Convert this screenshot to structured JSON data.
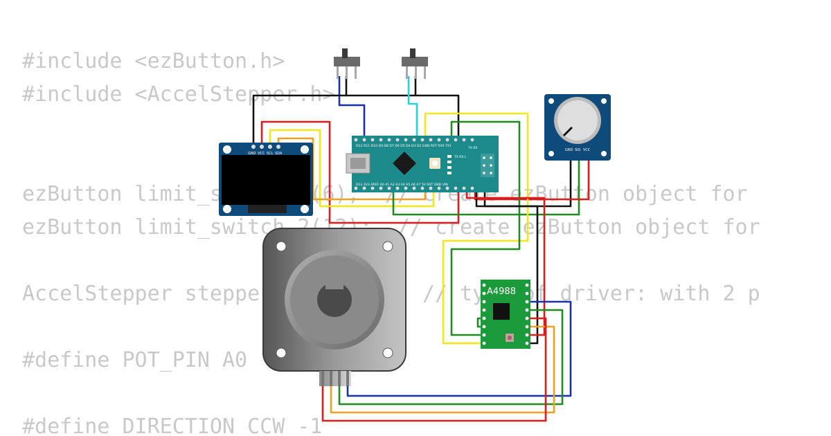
{
  "code_lines": [
    "#include <ezButton.h>",
    "#include <AccelStepper.h>",
    "",
    "",
    "ezButton limit_switch_1(6);  // create ezButton object for",
    "ezButton limit_switch_2(12);  // create ezButton object for",
    "",
    "AccelStepper stepper(1, 3, 2);  // type of driver: with 2 p",
    "",
    "#define POT_PIN A0",
    "",
    "#define DIRECTION CCW -1"
  ],
  "components": {
    "oled": {
      "pin_labels": [
        "GND",
        "VCC",
        "SCL",
        "SDA"
      ]
    },
    "nano": {
      "top_labels": "D12 D11 D10 D9 D8 D7 D6 D5 D4 D3 D2 GND RST RX0 TX1",
      "bottom_labels": "D13 3V3 AREF A0 A1 A2 A3 A4 A5 A6 A7 5V RST GND VIN",
      "side_labels": "TX RX L",
      "right_labels": "TX RX"
    },
    "potentiometer": {
      "pin_labels": [
        "GND",
        "SIG",
        "VCC"
      ]
    },
    "driver": {
      "label": "A4988"
    }
  },
  "colors": {
    "black": "#111111",
    "red": "#e01b1b",
    "yellow": "#f5e61a",
    "orange": "#f0a020",
    "green": "#1f8a1f",
    "blue": "#1a2fb0",
    "cyan": "#22d3e0",
    "board_teal": "#1c8a8a",
    "board_navy": "#0e4a7a",
    "driver_green": "#1a9a3a"
  }
}
